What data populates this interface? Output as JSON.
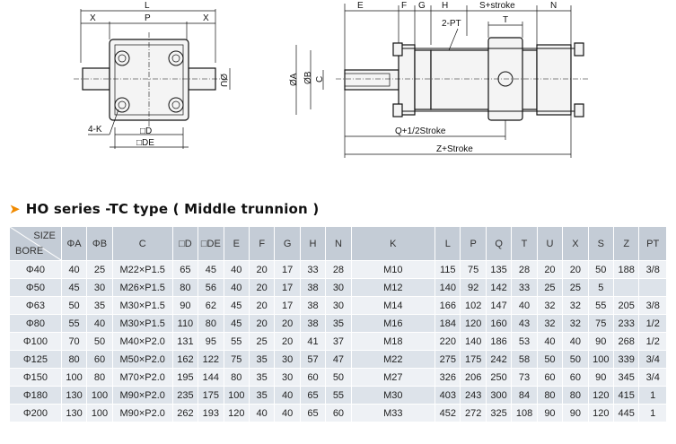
{
  "drawing": {
    "front_view": {
      "X_left": "X",
      "L": "L",
      "P": "P",
      "X_right": "X",
      "U": "ØU",
      "K": "4-K",
      "D": "□D",
      "DE": "□DE"
    },
    "side_view": {
      "E": "E",
      "F": "F",
      "G": "G",
      "H": "H",
      "S_stroke": "S+stroke",
      "N": "N",
      "PT": "2-PT",
      "T": "T",
      "A": "ØA",
      "B": "ØB",
      "C": "C",
      "Q_stroke": "Q+1/2Stroke",
      "Z_stroke": "Z+Stroke"
    }
  },
  "section_title": "HO series -TC type ( Middle trunnion )",
  "table": {
    "corner_top": "SIZE",
    "corner_bottom": "BORE",
    "columns": [
      "ΦA",
      "ΦB",
      "C",
      "□D",
      "□DE",
      "E",
      "F",
      "G",
      "H",
      "N",
      "K",
      "L",
      "P",
      "Q",
      "T",
      "U",
      "X",
      "S",
      "Z",
      "PT"
    ],
    "rows": [
      [
        "Φ40",
        "40",
        "25",
        "M22×P1.5",
        "65",
        "45",
        "40",
        "20",
        "17",
        "33",
        "28",
        "M10",
        "115",
        "75",
        "135",
        "28",
        "20",
        "20",
        "50",
        "188",
        "3/8"
      ],
      [
        "Φ50",
        "45",
        "30",
        "M26×P1.5",
        "80",
        "56",
        "40",
        "20",
        "17",
        "38",
        "30",
        "M12",
        "140",
        "92",
        "142",
        "33",
        "25",
        "25",
        "5",
        "",
        ""
      ],
      [
        "Φ63",
        "50",
        "35",
        "M30×P1.5",
        "90",
        "62",
        "45",
        "20",
        "17",
        "38",
        "30",
        "M14",
        "166",
        "102",
        "147",
        "40",
        "32",
        "32",
        "55",
        "205",
        "3/8"
      ],
      [
        "Φ80",
        "55",
        "40",
        "M30×P1.5",
        "110",
        "80",
        "45",
        "20",
        "20",
        "38",
        "35",
        "M16",
        "184",
        "120",
        "160",
        "43",
        "32",
        "32",
        "75",
        "233",
        "1/2"
      ],
      [
        "Φ100",
        "70",
        "50",
        "M40×P2.0",
        "131",
        "95",
        "55",
        "25",
        "20",
        "41",
        "37",
        "M18",
        "220",
        "140",
        "186",
        "53",
        "40",
        "40",
        "90",
        "268",
        "1/2"
      ],
      [
        "Φ125",
        "80",
        "60",
        "M50×P2.0",
        "162",
        "122",
        "75",
        "35",
        "30",
        "57",
        "47",
        "M22",
        "275",
        "175",
        "242",
        "58",
        "50",
        "50",
        "100",
        "339",
        "3/4"
      ],
      [
        "Φ150",
        "100",
        "80",
        "M70×P2.0",
        "195",
        "144",
        "80",
        "35",
        "30",
        "60",
        "50",
        "M27",
        "326",
        "206",
        "250",
        "73",
        "60",
        "60",
        "90",
        "345",
        "3/4"
      ],
      [
        "Φ180",
        "130",
        "100",
        "M90×P2.0",
        "235",
        "175",
        "100",
        "35",
        "40",
        "65",
        "55",
        "M30",
        "403",
        "243",
        "300",
        "84",
        "80",
        "80",
        "120",
        "415",
        "1"
      ],
      [
        "Φ200",
        "130",
        "100",
        "M90×P2.0",
        "262",
        "193",
        "120",
        "40",
        "40",
        "65",
        "60",
        "M33",
        "452",
        "272",
        "325",
        "108",
        "90",
        "90",
        "120",
        "445",
        "1"
      ]
    ]
  }
}
